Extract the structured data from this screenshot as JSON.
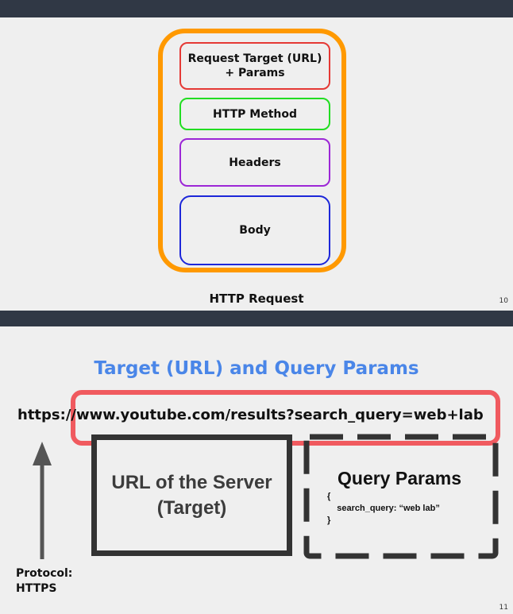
{
  "slide10": {
    "boxes": {
      "target": "Request Target (URL)\n+ Params",
      "method": "HTTP Method",
      "headers": "Headers",
      "body": "Body"
    },
    "caption": "HTTP Request",
    "page_number": "10"
  },
  "slide11": {
    "title": "Target (URL) and Query Params",
    "url": "https://www.youtube.com/results?search_query=web+lab",
    "server_label": "URL of the Server\n(Target)",
    "query_title": "Query Params",
    "query_body": "{\n    search_query: “web lab”\n}",
    "protocol_label": "Protocol:\nHTTPS",
    "page_number": "11"
  },
  "colors": {
    "background": "#303845",
    "slide": "#efefef",
    "outer_box": "#ff9900",
    "target_box": "#e53935",
    "method_box": "#22dd22",
    "headers_box": "#9c27d6",
    "body_box": "#1d27d9",
    "title": "#4a86e8",
    "url_highlight": "#f05a5f",
    "dark_box": "#333333"
  }
}
